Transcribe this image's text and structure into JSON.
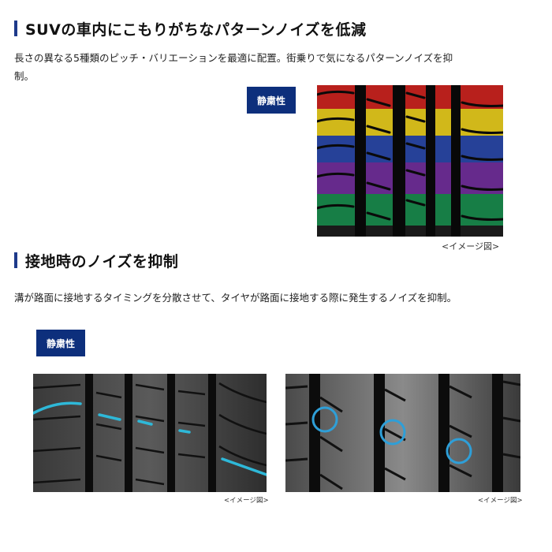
{
  "section1": {
    "heading": "SUVの車内にこもりがちなパターンノイズを低減",
    "description_line1": "長さの異なる5種類のピッチ・バリエーションを最適に配置。街乗りで気になるパターンノイズを抑",
    "description_line2": "制。",
    "badge": "静粛性",
    "image_caption": "<イメージ図>"
  },
  "section2": {
    "heading": "接地時のノイズを抑制",
    "description": "溝が路面に接地するタイミングを分散させて、タイヤが路面に接地する際に発生するノイズを抑制。",
    "badge": "静粛性",
    "left_caption": "<イメージ図>",
    "right_caption": "<イメージ図>"
  },
  "colors": {
    "accent": "#1e3a8a",
    "badge_bg": "#0d2f7c",
    "band_red": "#c8231e",
    "band_yellow": "#e3c81c",
    "band_blue": "#2845a0",
    "band_purple": "#6b2c93",
    "band_green": "#18854a",
    "highlight_cyan": "#2eb8d8"
  }
}
